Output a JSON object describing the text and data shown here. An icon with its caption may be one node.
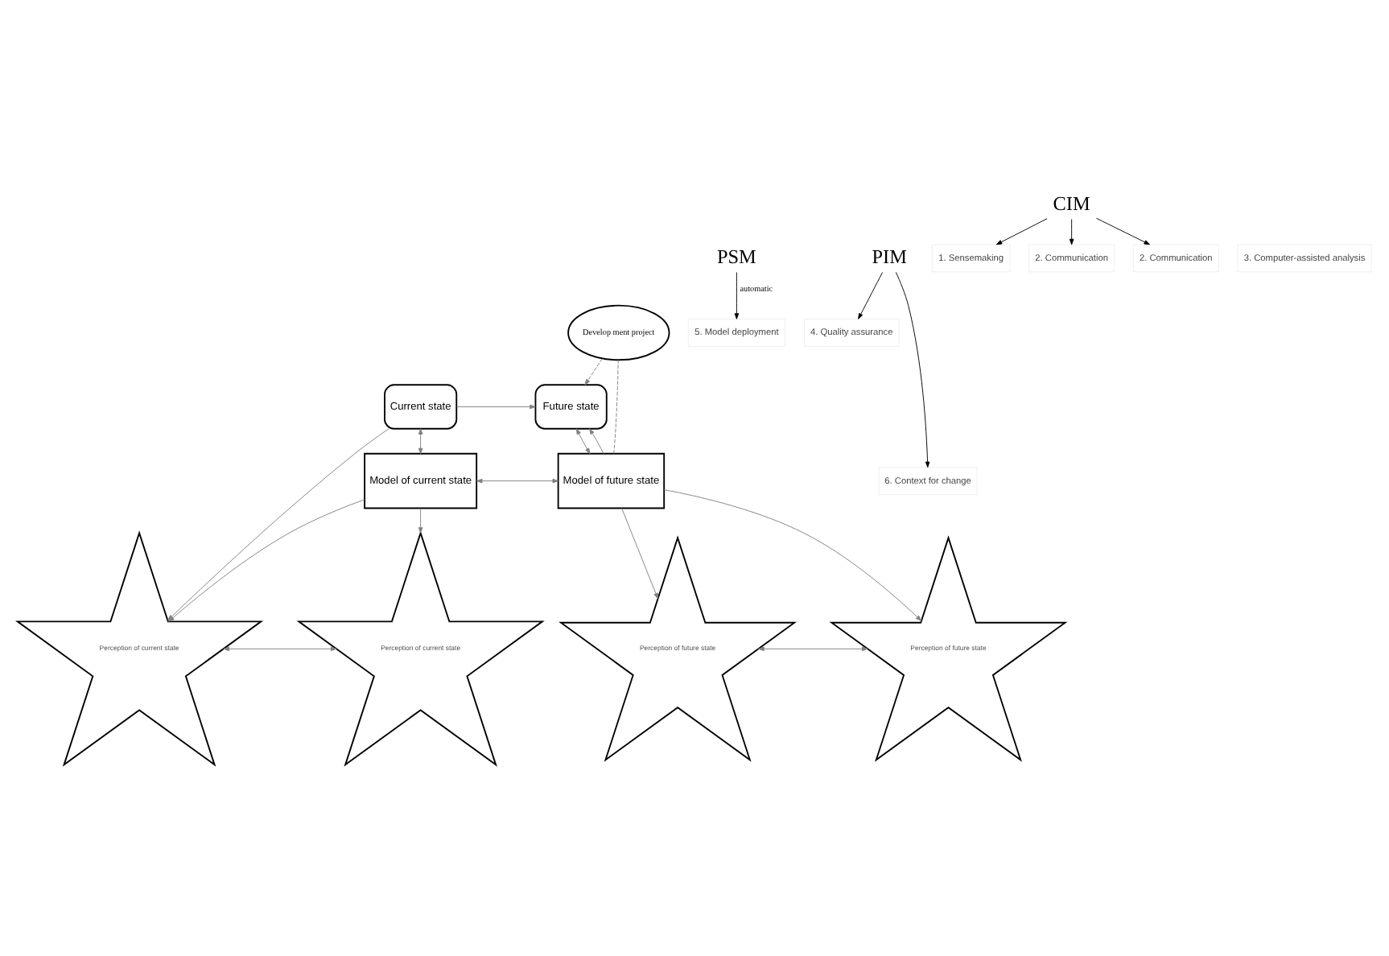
{
  "diagram": {
    "nodes": [
      {
        "text": [
          "Current state"
        ]
      },
      {
        "text": [
          "Future state"
        ]
      },
      {
        "text": [
          "Model of current state"
        ]
      },
      {
        "text": [
          "Model of future state"
        ]
      },
      {
        "text": [
          "Develop ment project"
        ]
      },
      {
        "text": [
          "Perception of current state"
        ]
      },
      {
        "text": [
          "Perception of current state"
        ]
      },
      {
        "text": [
          "Perception of future state"
        ]
      },
      {
        "text": [
          "Perception of future state"
        ]
      },
      {
        "text": [
          "PSM"
        ]
      },
      {
        "text": [
          "4. Quality assurance"
        ]
      },
      {
        "text": [
          "5. Model deployment"
        ]
      },
      {
        "text": [
          "1. Sensemaking"
        ]
      },
      {
        "text": [
          "2. Communication"
        ]
      },
      {
        "text": [
          "3. Computer-assisted analysis"
        ]
      },
      {
        "text": [
          "2. Communication"
        ]
      },
      {
        "text": [
          "6. Context for change"
        ]
      },
      {
        "text": [
          "PIM"
        ]
      },
      {
        "text": [
          "CIM"
        ]
      }
    ],
    "edges": [
      {
        "from": 0,
        "to": 1,
        "arrow": "to"
      },
      {
        "from": 0,
        "to": 2,
        "arrow": "both"
      },
      {
        "from": 2,
        "to": 3,
        "arrow": "both"
      },
      {
        "from": 3,
        "to": 1,
        "arrow": "to"
      },
      {
        "from": 1,
        "to": 3,
        "arrow": "both"
      },
      {
        "from": 4,
        "to": 1,
        "arrow": "to",
        "style": "dashed"
      },
      {
        "from": 4,
        "to": 3,
        "arrow": "none",
        "style": "dashed"
      },
      {
        "from": 0,
        "to": 5,
        "arrow": "to"
      },
      {
        "from": 2,
        "to": 5,
        "arrow": "to"
      },
      {
        "from": 2,
        "to": 6,
        "arrow": "to"
      },
      {
        "from": 5,
        "to": 6,
        "arrow": "both"
      },
      {
        "from": 3,
        "to": 7,
        "arrow": "to"
      },
      {
        "from": 3,
        "to": 8,
        "arrow": "to"
      },
      {
        "from": 7,
        "to": 8,
        "arrow": "both"
      },
      {
        "from": 9,
        "to": 11,
        "arrow": "to",
        "label": "automatic",
        "color": "#000000"
      },
      {
        "from": 17,
        "to": 10,
        "arrow": "to",
        "color": "#000000"
      },
      {
        "from": 17,
        "to": 16,
        "arrow": "to",
        "color": "#000000"
      },
      {
        "from": 18,
        "to": 12,
        "arrow": "to",
        "color": "#000000"
      },
      {
        "from": 18,
        "to": 13,
        "arrow": "to",
        "color": "#000000"
      },
      {
        "from": 18,
        "to": 15,
        "arrow": "to",
        "color": "#000000"
      }
    ]
  }
}
